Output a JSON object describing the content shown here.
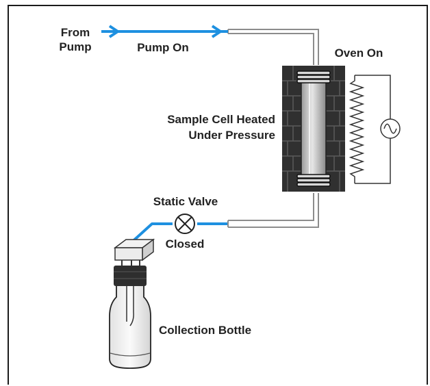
{
  "colors": {
    "frame": "#1a1a1a",
    "flow_line": "#1e90e0",
    "tubing": "#8c8c8c",
    "oven_body": "#303030",
    "oven_brick": "#5a5a5a",
    "sample_cell": "#c8c8c8",
    "bottle_cap": "#2e2e2e"
  },
  "labels": {
    "from": "From",
    "pump": "Pump",
    "pump_on": "Pump On",
    "oven_on": "Oven On",
    "sample_cell_line1": "Sample Cell Heated",
    "sample_cell_line2": "Under Pressure",
    "static_valve": "Static Valve",
    "closed": "Closed",
    "collection_bottle": "Collection Bottle"
  },
  "icons": {
    "valve": "valve-closed-x-icon",
    "power_source": "ac-power-icon",
    "heater": "heating-coil-icon"
  }
}
